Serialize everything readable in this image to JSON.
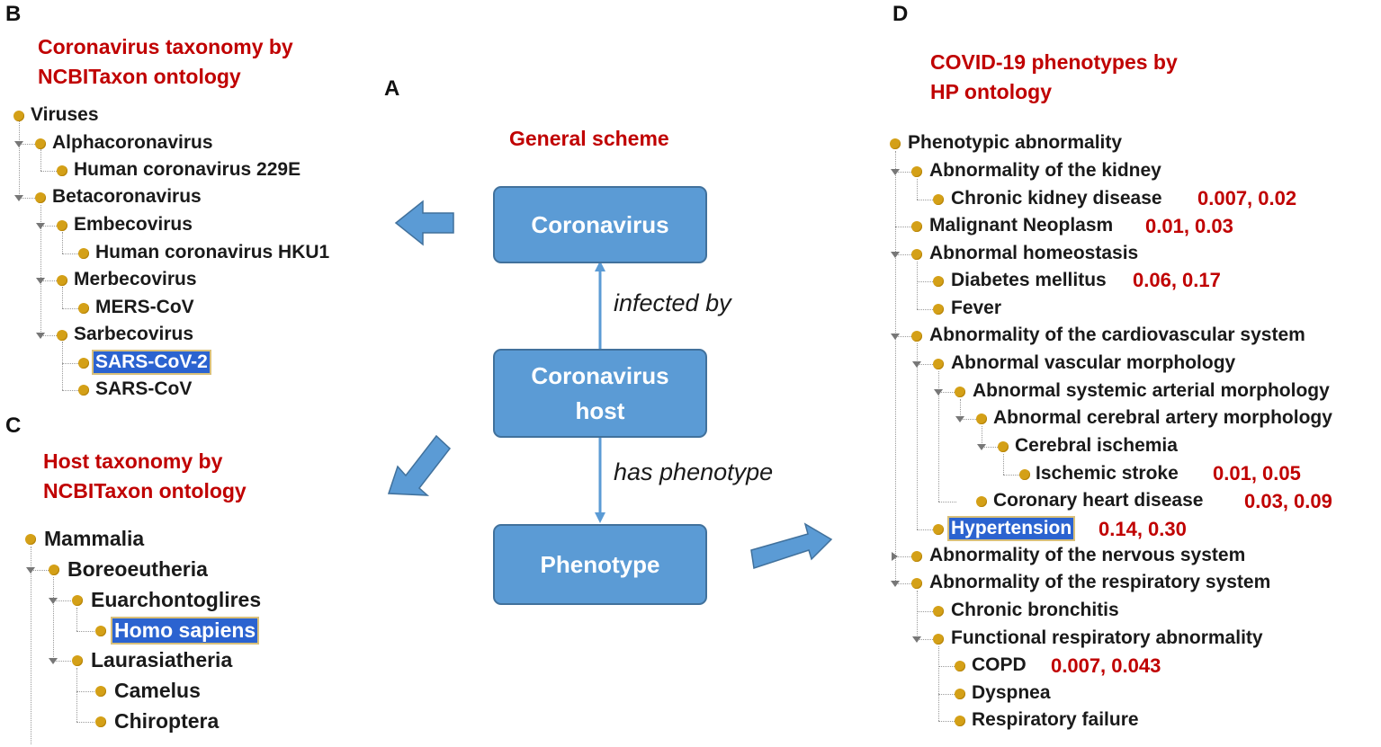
{
  "panels": {
    "a": "A",
    "b": "B",
    "c": "C",
    "d": "D"
  },
  "scheme": {
    "title": "General scheme",
    "nodes": {
      "coronavirus": "Coronavirus",
      "host_line1": "Coronavirus",
      "host_line2": "host",
      "phenotype": "Phenotype"
    },
    "edges": {
      "infected_by": "infected by",
      "has_phenotype": "has phenotype"
    }
  },
  "panel_b": {
    "title_line1": "Coronavirus taxonomy by",
    "title_line2": "NCBITaxon ontology",
    "items": [
      "Viruses",
      "Alphacoronavirus",
      "Human coronavirus 229E",
      "Betacoronavirus",
      "Embecovirus",
      "Human coronavirus HKU1",
      "Merbecovirus",
      "MERS-CoV",
      "Sarbecovirus",
      "SARS-CoV-2",
      "SARS-CoV"
    ]
  },
  "panel_c": {
    "title_line1": "Host taxonomy by",
    "title_line2": "NCBITaxon ontology",
    "items": [
      "Mammalia",
      "Boreoeutheria",
      "Euarchontoglires",
      "Homo sapiens",
      "Laurasiatheria",
      "Camelus",
      "Chiroptera"
    ]
  },
  "panel_d": {
    "title_line1": "COVID-19 phenotypes by",
    "title_line2": "HP ontology",
    "items": [
      "Phenotypic abnormality",
      "Abnormality of the kidney",
      "Chronic kidney disease",
      "Malignant Neoplasm",
      "Abnormal homeostasis",
      "Diabetes mellitus",
      "Fever",
      "Abnormality of the cardiovascular system",
      "Abnormal vascular morphology",
      "Abnormal systemic arterial morphology",
      "Abnormal cerebral artery morphology",
      "Cerebral ischemia",
      "Ischemic stroke",
      "Coronary heart disease",
      "Hypertension",
      "Abnormality of the nervous system",
      "Abnormality of the respiratory system",
      "Chronic bronchitis",
      "Functional respiratory abnormality",
      "COPD",
      "Dyspnea",
      "Respiratory failure"
    ],
    "stats": {
      "chronic_kidney": "0.007, 0.02",
      "malignant": "0.01, 0.03",
      "diabetes": "0.06, 0.17",
      "ischemic_stroke": "0.01, 0.05",
      "coronary": "0.03, 0.09",
      "hypertension": "0.14, 0.30",
      "copd": "0.007, 0.043"
    }
  },
  "colors": {
    "title_red": "#c00000",
    "box_blue": "#5b9bd5",
    "arrow_blue": "#5b9bd5",
    "node_gold": "#d4a017",
    "selection_blue": "#2b63d0"
  },
  "icons": {
    "tree_node": "gold-dot-icon",
    "expand": "triangle-icon",
    "flow_arrow": "block-arrow-icon"
  }
}
